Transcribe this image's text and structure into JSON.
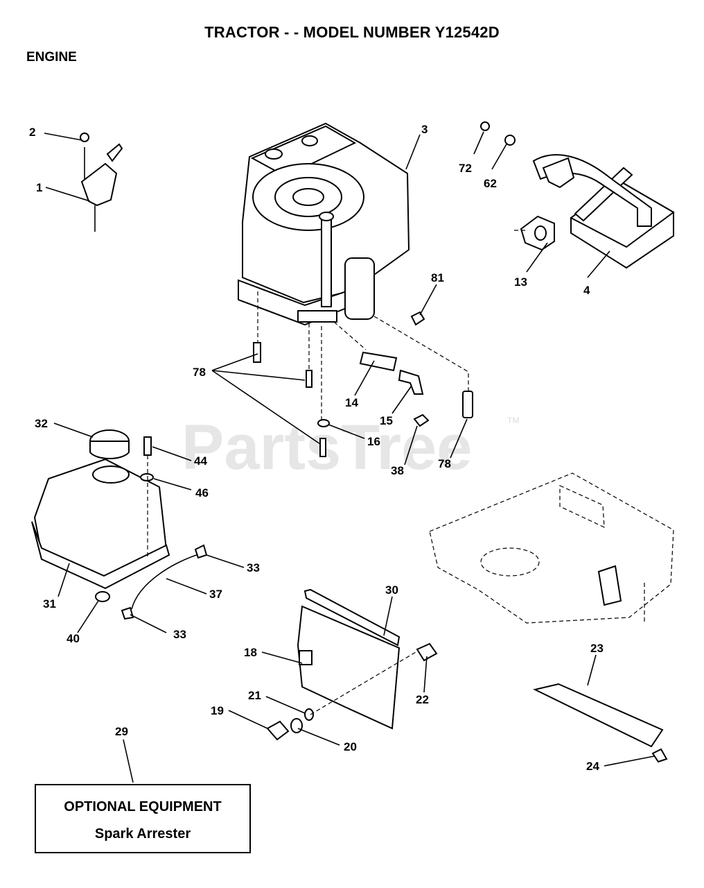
{
  "header": {
    "title": "TRACTOR - - MODEL NUMBER Y12542D",
    "section": "ENGINE"
  },
  "watermark": {
    "text": "PartsTree",
    "tm": "TM"
  },
  "callouts": {
    "c1": "1",
    "c2": "2",
    "c3": "3",
    "c4": "4",
    "c13": "13",
    "c14": "14",
    "c15": "15",
    "c16": "16",
    "c18": "18",
    "c19": "19",
    "c20": "20",
    "c21": "21",
    "c22": "22",
    "c23": "23",
    "c24": "24",
    "c29": "29",
    "c30": "30",
    "c31": "31",
    "c32": "32",
    "c33a": "33",
    "c33b": "33",
    "c37": "37",
    "c38": "38",
    "c40": "40",
    "c44": "44",
    "c46": "46",
    "c62": "62",
    "c72": "72",
    "c78a": "78",
    "c78b": "78",
    "c81": "81"
  },
  "optional_box": {
    "line1": "OPTIONAL EQUIPMENT",
    "line2": "Spark Arrester"
  }
}
